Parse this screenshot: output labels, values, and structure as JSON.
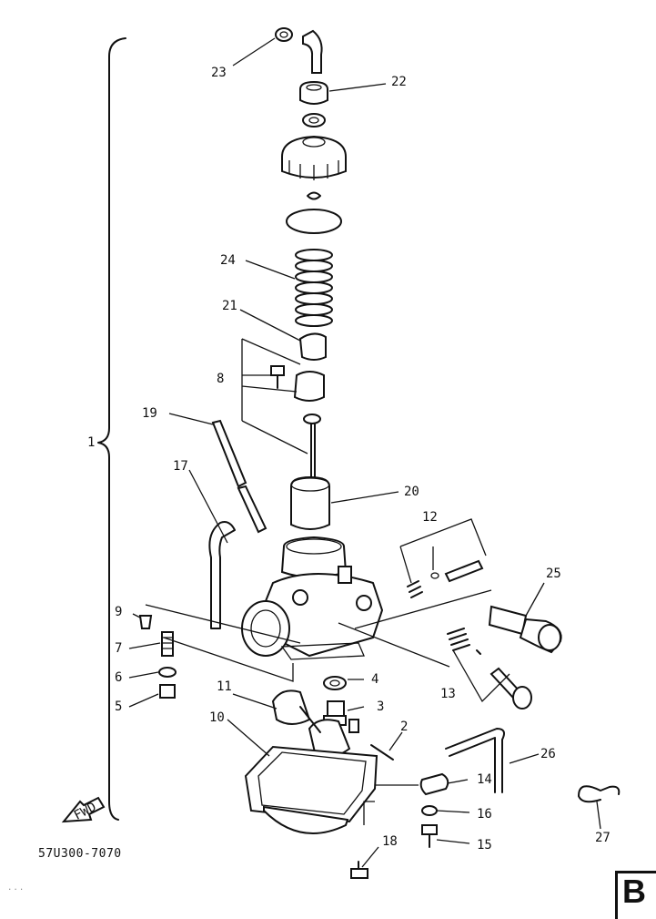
{
  "drawing_code": "57U300-7070",
  "section_letter": "B",
  "fwd_label": "FWD",
  "footnote_text": "...",
  "callouts": [
    {
      "id": "1",
      "label": "1"
    },
    {
      "id": "2",
      "label": "2"
    },
    {
      "id": "3",
      "label": "3"
    },
    {
      "id": "4",
      "label": "4"
    },
    {
      "id": "5",
      "label": "5"
    },
    {
      "id": "6",
      "label": "6"
    },
    {
      "id": "7",
      "label": "7"
    },
    {
      "id": "8",
      "label": "8"
    },
    {
      "id": "9",
      "label": "9"
    },
    {
      "id": "10",
      "label": "10"
    },
    {
      "id": "11",
      "label": "11"
    },
    {
      "id": "12",
      "label": "12"
    },
    {
      "id": "13",
      "label": "13"
    },
    {
      "id": "14",
      "label": "14"
    },
    {
      "id": "15",
      "label": "15"
    },
    {
      "id": "16",
      "label": "16"
    },
    {
      "id": "17",
      "label": "17"
    },
    {
      "id": "18",
      "label": "18"
    },
    {
      "id": "19",
      "label": "19"
    },
    {
      "id": "20",
      "label": "20"
    },
    {
      "id": "21",
      "label": "21"
    },
    {
      "id": "22",
      "label": "22"
    },
    {
      "id": "23",
      "label": "23"
    },
    {
      "id": "24",
      "label": "24"
    },
    {
      "id": "25",
      "label": "25"
    },
    {
      "id": "26",
      "label": "26"
    },
    {
      "id": "27",
      "label": "27"
    }
  ]
}
